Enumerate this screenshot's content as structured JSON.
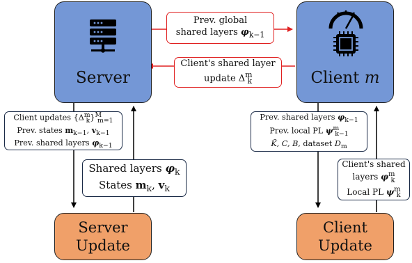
{
  "server": {
    "label": "Server"
  },
  "client": {
    "label_main": "Client",
    "label_var": "m"
  },
  "server_update": {
    "line1": "Server",
    "line2": "Update"
  },
  "client_update": {
    "line1": "Client",
    "line2": "Update"
  },
  "global_msg": {
    "line1": "Prev. global",
    "line2_text": "shared layers",
    "line2_math": "φ",
    "line2_sub": "k−1"
  },
  "client_msg": {
    "line1": "Client's shared layer",
    "line2_text": "update",
    "line2_math": "Δ",
    "line2_sup": "m",
    "line2_sub": "k"
  },
  "server_inputs": {
    "line1_text": "Client updates",
    "line1_math": "{Δ",
    "line1_sup": "m",
    "line1_sub": "k",
    "line1_close": "}",
    "line1_sup2": "M",
    "line1_sub2": "m=1",
    "line2_text": "Prev. states",
    "line2_math": "m",
    "line2_sub": "k−1",
    "line2_sep": ", ",
    "line2_math2": "v",
    "line2_sub2": "k−1",
    "line3_text": "Prev. shared layers",
    "line3_math": "φ",
    "line3_sub": "k−1"
  },
  "server_outputs": {
    "line1_text": "Shared layers",
    "line1_math": "φ",
    "line1_sub": "k",
    "line2_text": "States",
    "line2_math": "m",
    "line2_sub": "k",
    "line2_sep": ", ",
    "line2_math2": "v",
    "line2_sub2": "k"
  },
  "client_inputs": {
    "line1_text": "Prev. shared layers",
    "line1_math": "φ",
    "line1_sub": "k−1",
    "line2_text": "Prev. local PL",
    "line2_math": "ψ",
    "line2_sup": "m",
    "line2_sub": "k−1",
    "line3_math": "K̃, C, B",
    "line3_text": ", dataset",
    "line3_math2": "D",
    "line3_sub2": "m"
  },
  "client_outputs": {
    "line1": "Client's shared",
    "line2_text": "layers",
    "line2_math": "φ",
    "line2_sup": "m",
    "line2_sub": "k",
    "line3_text": "Local PL",
    "line3_math": "ψ",
    "line3_sup": "m",
    "line3_sub": "k"
  },
  "colors": {
    "node_blue": "#7497d6",
    "node_orange": "#f0a069",
    "message_border": "#e02020",
    "box_border": "#1a2a46",
    "arrow": "#000000"
  },
  "icons": {
    "server": "server-rack-icon",
    "client": "chip-gauge-icon"
  }
}
